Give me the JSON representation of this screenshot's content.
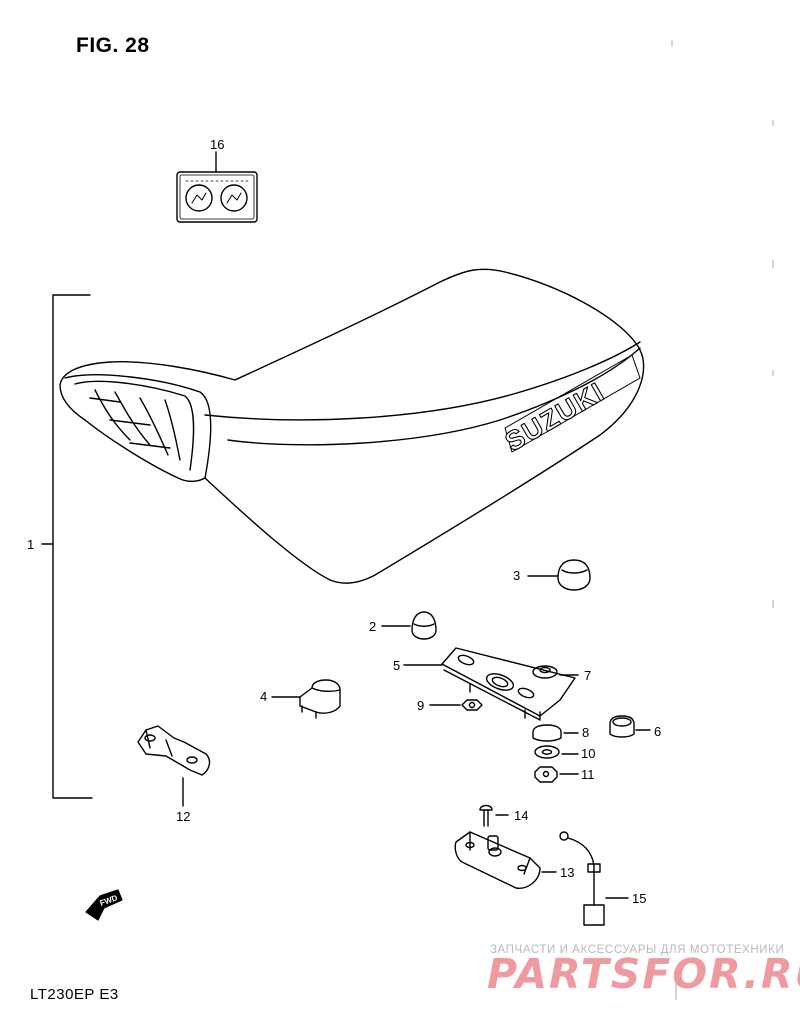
{
  "figure_title": "FIG. 28",
  "model_code": "LT230EP  E3",
  "brand_on_seat": "SUZUKI",
  "fwd_arrow_label": "FWD",
  "watermark": {
    "caption": "ЗАПЧАСТИ И АКСЕССУАРЫ ДЛЯ МОТОТЕХНИКИ",
    "logo": "PARTSFOR.RU",
    "color": "#ef9aa0"
  },
  "callouts": [
    {
      "id": "c1",
      "label": "1"
    },
    {
      "id": "c2",
      "label": "2"
    },
    {
      "id": "c3",
      "label": "3"
    },
    {
      "id": "c4",
      "label": "4"
    },
    {
      "id": "c5",
      "label": "5"
    },
    {
      "id": "c6",
      "label": "6"
    },
    {
      "id": "c7",
      "label": "7"
    },
    {
      "id": "c8",
      "label": "8"
    },
    {
      "id": "c9",
      "label": "9"
    },
    {
      "id": "c10",
      "label": "10"
    },
    {
      "id": "c11",
      "label": "11"
    },
    {
      "id": "c12",
      "label": "12"
    },
    {
      "id": "c13",
      "label": "13"
    },
    {
      "id": "c14",
      "label": "14"
    },
    {
      "id": "c15",
      "label": "15"
    },
    {
      "id": "c16",
      "label": "16"
    }
  ]
}
